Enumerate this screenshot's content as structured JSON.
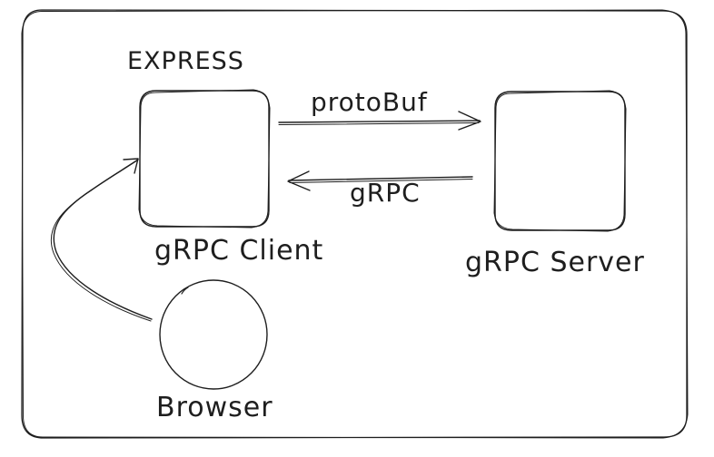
{
  "diagram": {
    "client_framework_label": "EXPRESS",
    "request_arrow_label": "protoBuf",
    "response_arrow_label": "gRPC",
    "client_label": "gRPC Client",
    "server_label": "gRPC Server",
    "browser_label": "Browser"
  },
  "colors": {
    "stroke": "#1e1e1e",
    "background": "#ffffff"
  }
}
